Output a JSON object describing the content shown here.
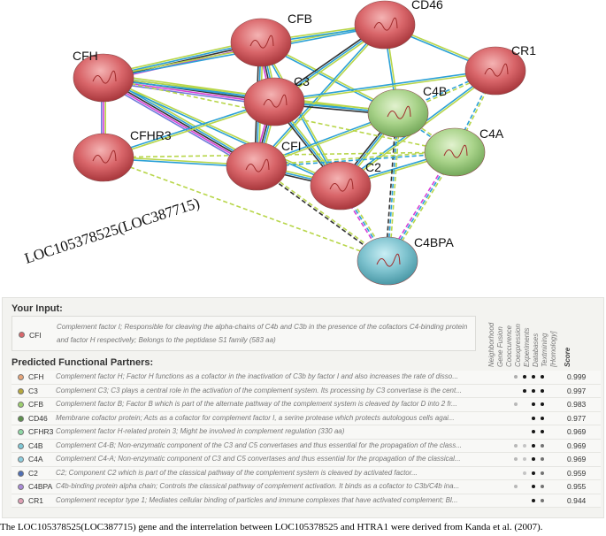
{
  "network": {
    "nodes": [
      {
        "id": "CFH",
        "label": "CFH",
        "color": "#d9666a"
      },
      {
        "id": "CFB",
        "label": "CFB",
        "color": "#d9666a"
      },
      {
        "id": "CD46",
        "label": "CD46",
        "color": "#d9666a"
      },
      {
        "id": "CR1",
        "label": "CR1",
        "color": "#d9666a"
      },
      {
        "id": "C3",
        "label": "C3",
        "color": "#d9666a"
      },
      {
        "id": "C4B",
        "label": "C4B",
        "color": "#a9d38a"
      },
      {
        "id": "C4A",
        "label": "C4A",
        "color": "#a9d38a"
      },
      {
        "id": "CFHR3",
        "label": "CFHR3",
        "color": "#d9666a"
      },
      {
        "id": "CFI",
        "label": "CFI",
        "color": "#d9666a"
      },
      {
        "id": "C2",
        "label": "C2",
        "color": "#d9666a"
      },
      {
        "id": "C4BPA",
        "label": "C4BPA",
        "color": "#7fc3cf"
      }
    ],
    "rotated_label": "LOC105378525(LOC387715)"
  },
  "panel": {
    "input_title": "Your Input:",
    "input_gene": "CFI",
    "input_desc": "Complement factor I; Responsible for cleaving the alpha-chains of C4b and C3b in the presence of the cofactors C4-binding protein and factor H respectively; Belongs to the peptidase S1 family (583 aa)",
    "partners_title": "Predicted Functional Partners:",
    "columns": [
      "Neighborhood",
      "Gene Fusion",
      "Cooccurence",
      "Coexpression",
      "Experiments",
      "Databases",
      "Textmining",
      "[Homology]",
      "Score"
    ],
    "partners": [
      {
        "gene": "CFH",
        "color": "#e6a57a",
        "desc": "Complement factor H; Factor H functions as a cofactor in the inactivation of C3b by factor I and also increases the rate of disso...",
        "score": "0.999",
        "ev": [
          0,
          0,
          0,
          0.25,
          0.9,
          0.9,
          0.9,
          0
        ]
      },
      {
        "gene": "C3",
        "color": "#b7a83c",
        "desc": "Complement C3; C3 plays a central role in the activation of the complement system. Its processing by C3 convertase is the cent...",
        "score": "0.997",
        "ev": [
          0,
          0,
          0,
          0,
          0.9,
          0.9,
          0.9,
          0
        ]
      },
      {
        "gene": "CFB",
        "color": "#9ccf6e",
        "desc": "Complement factor B; Factor B which is part of the alternate pathway of the complement system is cleaved by factor D into 2 fr...",
        "score": "0.983",
        "ev": [
          0,
          0,
          0,
          0.2,
          0,
          0.9,
          0.9,
          0
        ]
      },
      {
        "gene": "CD46",
        "color": "#5c8f4c",
        "desc": "Membrane cofactor protein; Acts as a cofactor for complement factor I, a serine protease which protects autologous cells agai...",
        "score": "0.977",
        "ev": [
          0,
          0,
          0,
          0,
          0,
          0.9,
          0.9,
          0
        ]
      },
      {
        "gene": "CFHR3",
        "color": "#8fd9a6",
        "desc": "Complement factor H-related protein 3; Might be involved in complement regulation (330 aa)",
        "score": "0.969",
        "ev": [
          0,
          0,
          0,
          0,
          0,
          0.9,
          0.9,
          0
        ]
      },
      {
        "gene": "C4B",
        "color": "#7fc8d6",
        "desc": "Complement C4-B; Non-enzymatic component of the C3 and C5 convertases and thus essential for the propagation of the class...",
        "score": "0.969",
        "ev": [
          0,
          0,
          0,
          0.2,
          0.15,
          0.9,
          0.5,
          0
        ]
      },
      {
        "gene": "C4A",
        "color": "#8ecfe0",
        "desc": "Complement C4-A; Non-enzymatic component of C3 and C5 convertases and thus essential for the propagation of the classical...",
        "score": "0.969",
        "ev": [
          0,
          0,
          0,
          0.2,
          0.15,
          0.9,
          0.5,
          0
        ]
      },
      {
        "gene": "C2",
        "color": "#4f6fb5",
        "desc": "C2; Component C2 which is part of the classical pathway of the complement system is cleaved by activated factor...",
        "score": "0.959",
        "ev": [
          0,
          0,
          0,
          0,
          0.15,
          0.9,
          0.5,
          0
        ]
      },
      {
        "gene": "C4BPA",
        "color": "#a98bd6",
        "desc": "C4b-binding protein alpha chain; Controls the classical pathway of complement activation. It binds as a cofactor to C3b/C4b ina...",
        "score": "0.955",
        "ev": [
          0,
          0,
          0,
          0.2,
          0,
          0.9,
          0.5,
          0
        ]
      },
      {
        "gene": "CR1",
        "color": "#e0a0b5",
        "desc": "Complement receptor type 1; Mediates cellular binding of particles and immune complexes that have activated complement; Bl...",
        "score": "0.944",
        "ev": [
          0,
          0,
          0,
          0,
          0,
          0.9,
          0.5,
          0
        ]
      }
    ]
  },
  "caption": "The LOC105378525(LOC387715) gene and the interrelation between LOC105378525 and HTRA1 were derived from Kanda et al. (2007)."
}
